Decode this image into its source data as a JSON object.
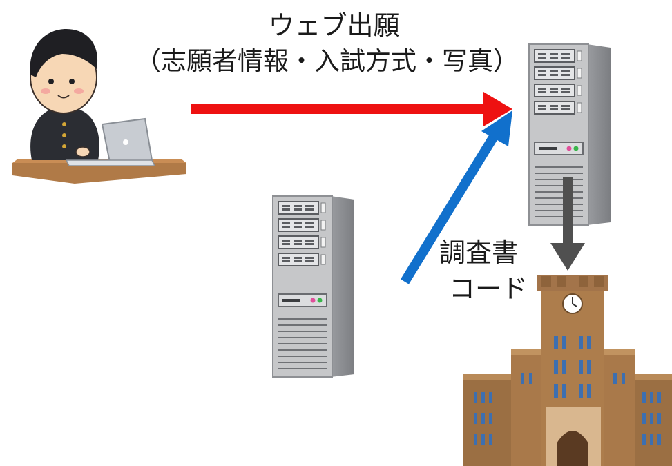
{
  "labels": {
    "web_application": "ウェブ出願",
    "web_application_detail": "（志願者情報・入試方式・写真）",
    "report_line1": "調査書",
    "report_line2": "コード"
  },
  "icons": {
    "applicant": "student-at-laptop-icon",
    "web_server": "server-tower-icon",
    "report_server": "server-tower-icon",
    "university": "university-building-icon"
  },
  "colors": {
    "web_application_arrow": "#ee1111",
    "report_arrow": "#1170cc",
    "delivery_arrow": "#505050"
  }
}
